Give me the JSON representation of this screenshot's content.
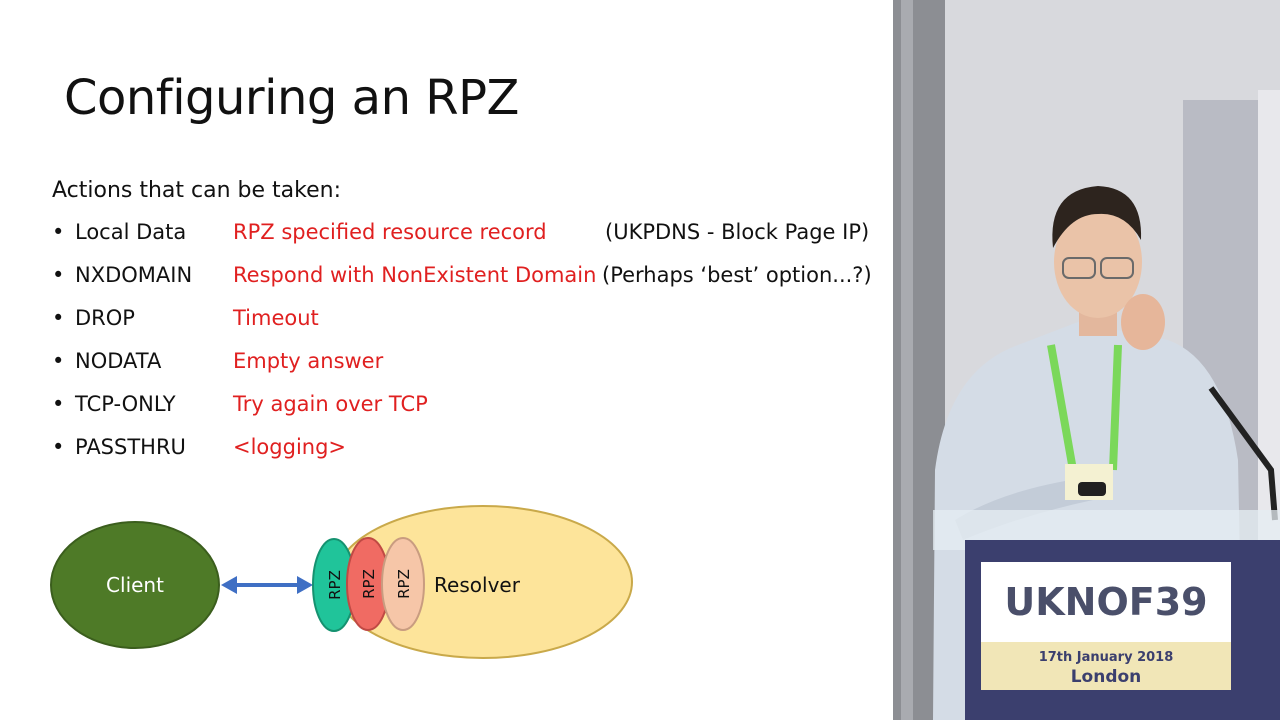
{
  "slide": {
    "title": "Configuring an RPZ",
    "subtitle": "Actions that can be taken:",
    "bullet_glyph": "•",
    "actions": [
      {
        "name": "Local Data",
        "description": "RPZ specified resource record",
        "note": "(UKPDNS - Block Page IP)"
      },
      {
        "name": "NXDOMAIN",
        "description": "Respond with NonExistent Domain",
        "note": "(Perhaps ‘best’ option...?)"
      },
      {
        "name": "DROP",
        "description": "Timeout",
        "note": ""
      },
      {
        "name": "NODATA",
        "description": "Empty answer",
        "note": ""
      },
      {
        "name": "TCP-ONLY",
        "description": "Try again over TCP",
        "note": ""
      },
      {
        "name": "PASSTHRU",
        "description": "<logging>",
        "note": ""
      }
    ]
  },
  "diagram": {
    "client_label": "Client",
    "resolver_label": "Resolver",
    "rpz_labels": [
      "RPZ",
      "RPZ",
      "RPZ"
    ]
  },
  "video": {
    "logo_text": "UKNOF39",
    "date": "17th January 2018",
    "city": "London"
  },
  "colors": {
    "action_text": "#e02020",
    "client_fill": "#4e7a27",
    "resolver_fill": "#fde49a",
    "rpz_1": "#20c49a",
    "rpz_2": "#f06b63",
    "rpz_3": "#f6c6a8",
    "arrow": "#3f6fc4"
  }
}
